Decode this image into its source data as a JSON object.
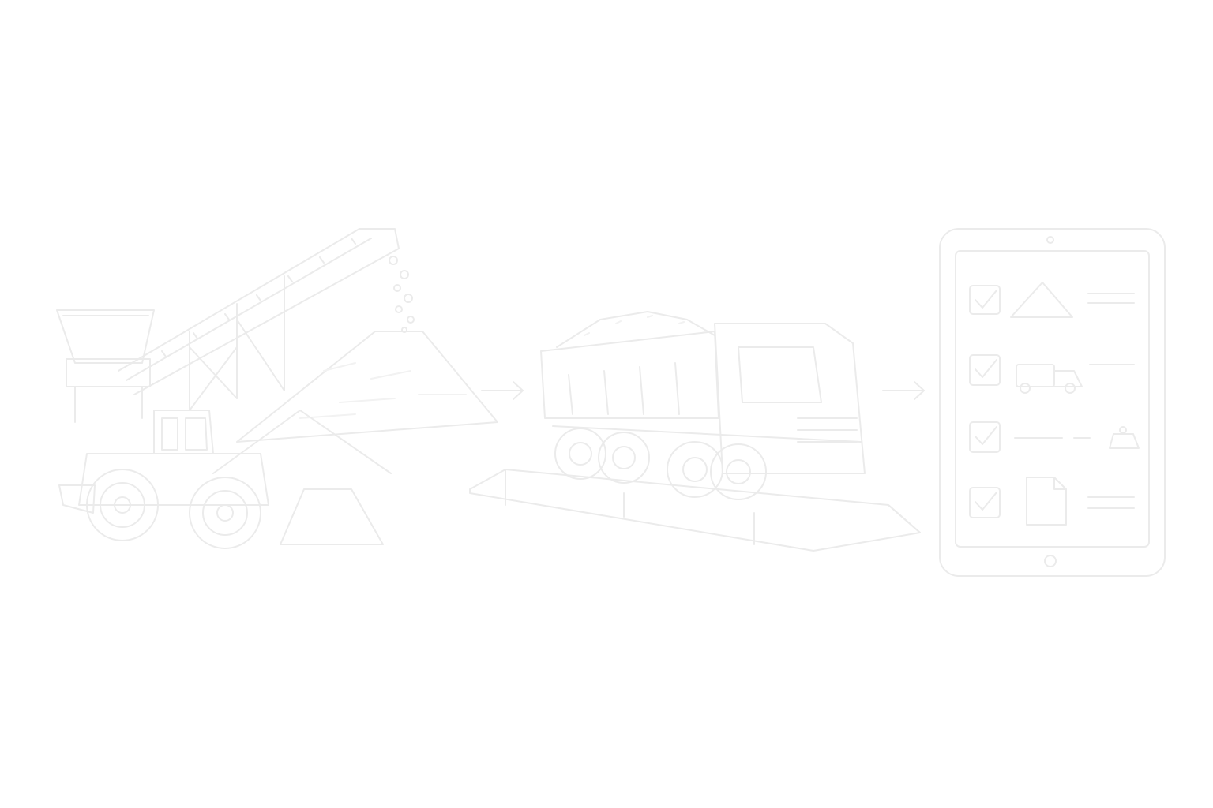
{
  "style": {
    "background": "#ffffff",
    "line_color": "#ebebeb",
    "line_color_light": "#f2f2f2"
  },
  "steps": [
    {
      "icon": "conveyor-loader-stockpile-icon"
    },
    {
      "icon": "dump-truck-weighbridge-icon"
    },
    {
      "icon": "tablet-checklist-icon"
    }
  ],
  "arrows": [
    {
      "icon": "arrow-right-icon",
      "from": 0,
      "to": 1
    },
    {
      "icon": "arrow-right-icon",
      "from": 1,
      "to": 2
    }
  ],
  "checklist": {
    "rows": [
      {
        "checked": true,
        "icon": "stockpile-icon"
      },
      {
        "checked": true,
        "icon": "truck-icon"
      },
      {
        "checked": true,
        "icon": "weight-icon"
      },
      {
        "checked": true,
        "icon": "document-icon"
      }
    ]
  }
}
